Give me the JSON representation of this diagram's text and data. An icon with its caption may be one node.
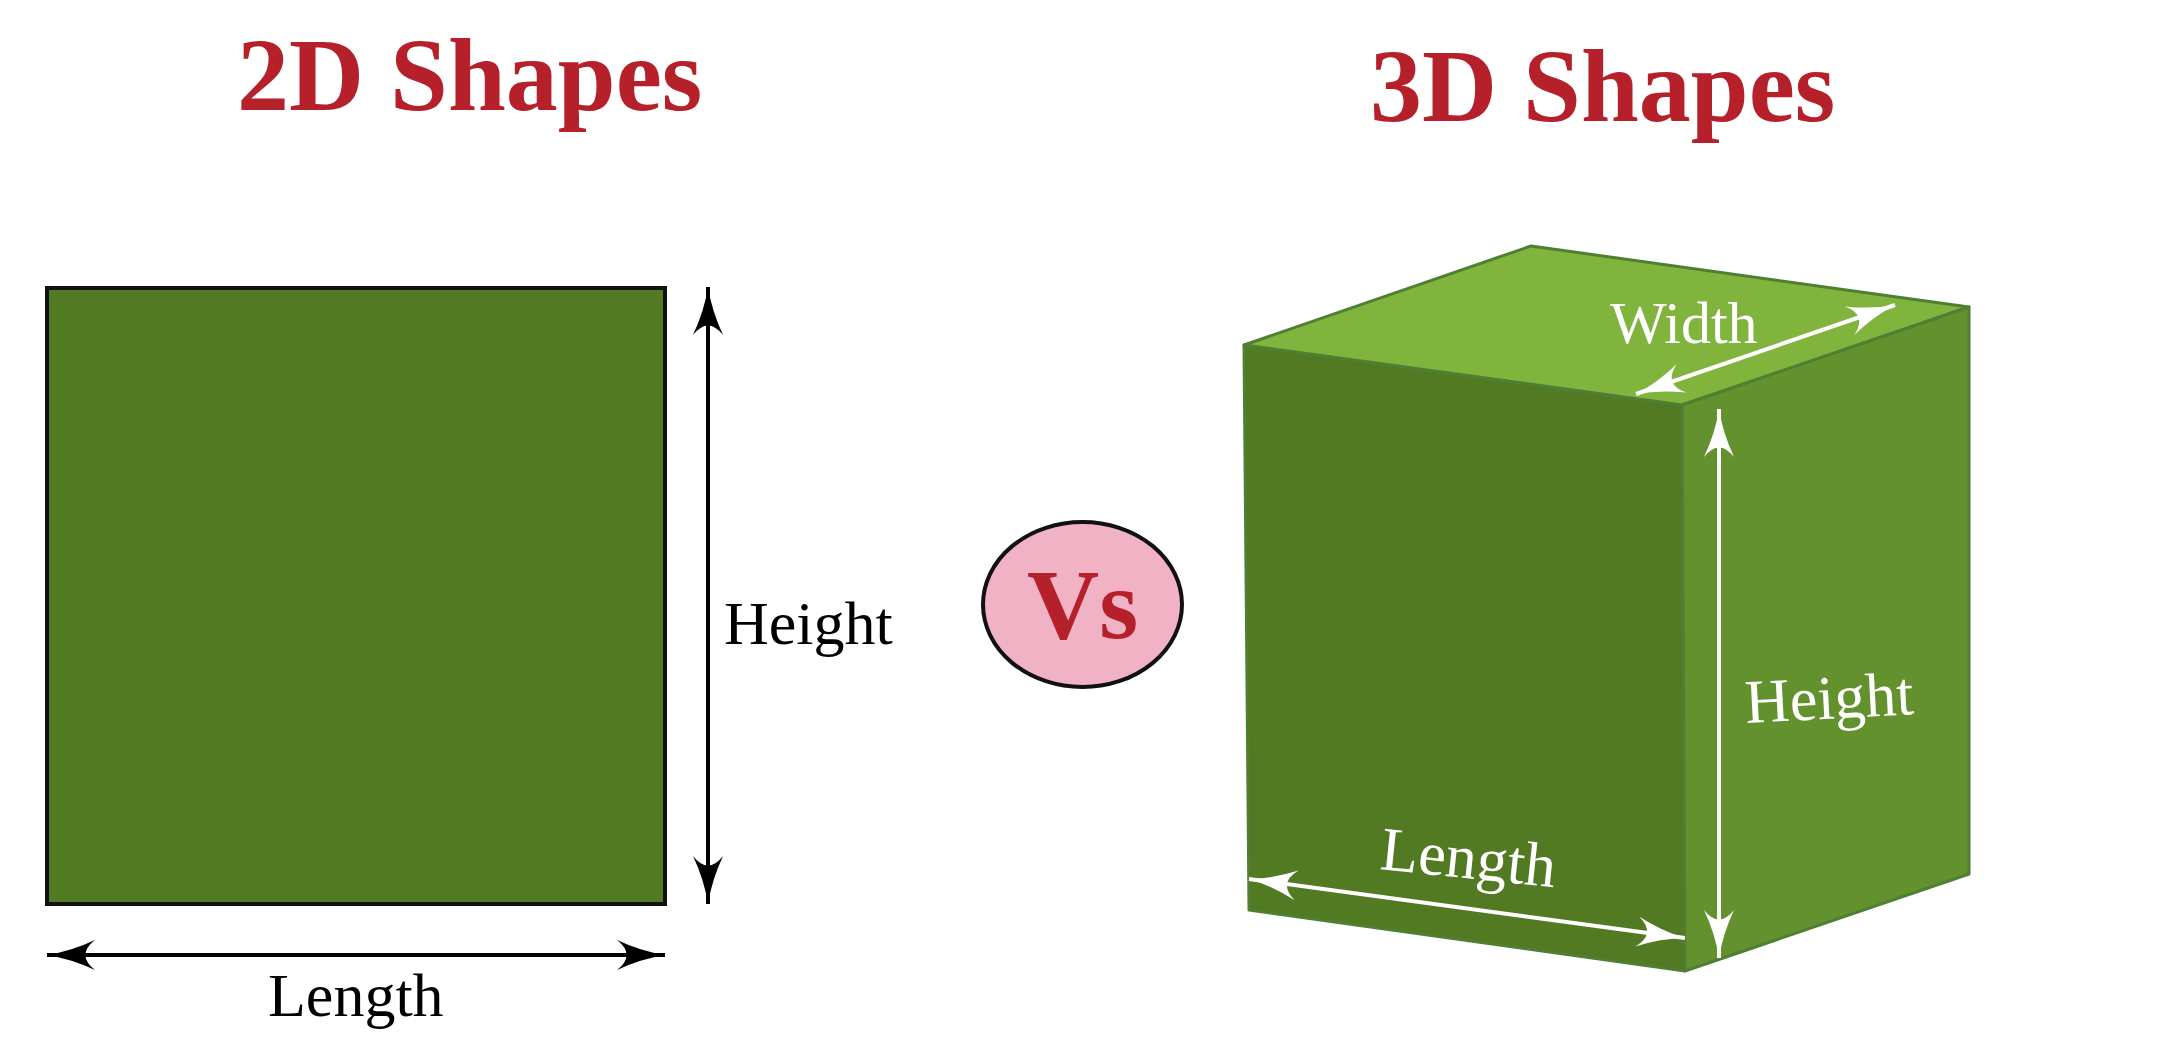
{
  "diagram": {
    "nodes": [
      {
        "text": [
          "Vs"
        ]
      }
    ],
    "labels": [
      "2D Shapes",
      "3D Shapes",
      "Width",
      "Height",
      "Height",
      "Length",
      "Length"
    ]
  }
}
